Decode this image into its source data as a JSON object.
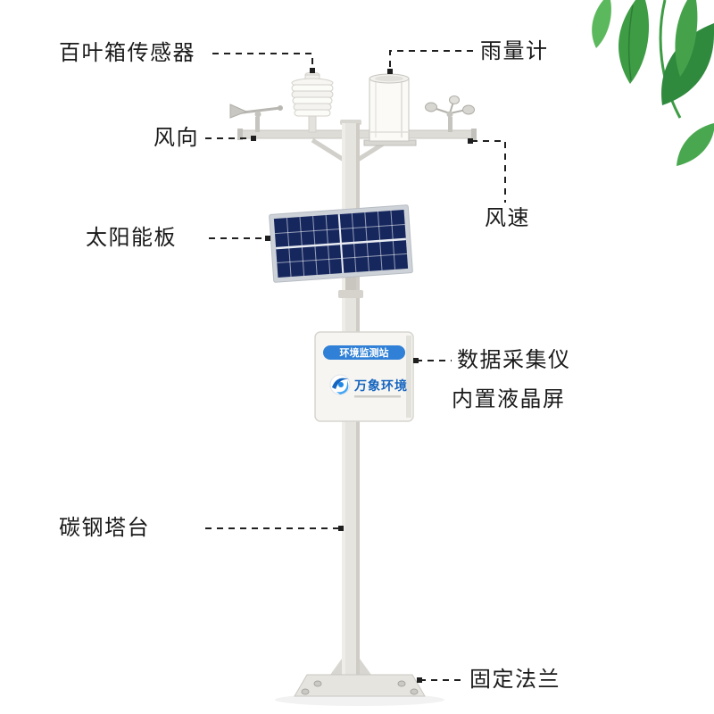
{
  "callouts": {
    "louver_sensor": "百叶箱传感器",
    "rain_gauge": "雨量计",
    "wind_direction": "风向",
    "wind_speed": "风速",
    "solar_panel": "太阳能板",
    "data_logger": "数据采集仪",
    "lcd_screen": "内置液晶屏",
    "tower": "碳钢塔台",
    "flange": "固定法兰"
  },
  "device": {
    "box_title": "环境监测站",
    "brand_name": "万象环境"
  },
  "colors": {
    "label_text": "#1a1a1a",
    "leader_line": "#1f1f1f",
    "leaf_green": "#3d9c44",
    "solar_panel_blue": "#16275e",
    "band_blue": "#2f80d6",
    "brand_blue": "#1565c0"
  }
}
